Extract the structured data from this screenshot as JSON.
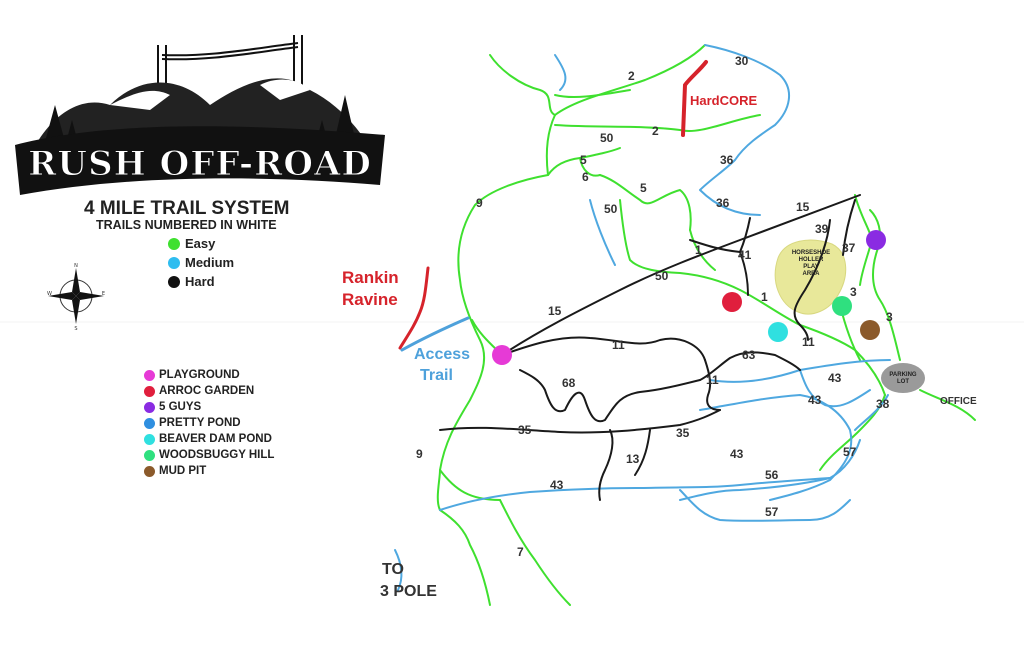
{
  "logo": {
    "name": "RUSH OFF-ROAD"
  },
  "header": {
    "title": "4 MILE TRAIL SYSTEM",
    "subtitle": "TRAILS NUMBERED IN WHITE"
  },
  "difficulty_legend": [
    {
      "label": "Easy",
      "color": "#3fe02f"
    },
    {
      "label": "Medium",
      "color": "#2fbdf0"
    },
    {
      "label": "Hard",
      "color": "#111111"
    }
  ],
  "poi_legend": [
    {
      "label": "PLAYGROUND",
      "color": "#e63ad6"
    },
    {
      "label": "ARROC GARDEN",
      "color": "#e01f3d"
    },
    {
      "label": "5 GUYS",
      "color": "#8a2be2"
    },
    {
      "label": "PRETTY POND",
      "color": "#2f8fe0"
    },
    {
      "label": "BEAVER DAM POND",
      "color": "#2fe0e0"
    },
    {
      "label": "WOODSBUGGY HILL",
      "color": "#2fe07f"
    },
    {
      "label": "MUD PIT",
      "color": "#8b5a2b"
    }
  ],
  "compass_letters": {
    "n": "N",
    "s": "S",
    "e": "E",
    "w": "W"
  },
  "labels": {
    "hardcore": "HardCORE",
    "rankin_1": "Rankin",
    "rankin_2": "Ravine",
    "access_1": "Access",
    "access_2": "Trail",
    "to_1": "TO",
    "to_2": "3 POLE",
    "office": "OFFICE",
    "horseshoe_1": "HORSESHOE",
    "horseshoe_2": "HOLLER",
    "horseshoe_3": "PLAY",
    "horseshoe_4": "AREA",
    "parking_1": "PARKING",
    "parking_2": "LOT"
  },
  "trail_numbers": {
    "t30": "30",
    "t2a": "2",
    "t2b": "2",
    "t50a": "50",
    "t5a": "5",
    "t6": "6",
    "t5b": "5",
    "t36a": "36",
    "t36b": "36",
    "t15a": "15",
    "t39": "39",
    "t37": "37",
    "t9a": "9",
    "t50b": "50",
    "t1a": "1",
    "t41": "41",
    "t50c": "50",
    "t1b": "1",
    "t3a": "3",
    "t3b": "3",
    "t15b": "15",
    "t11a": "11",
    "t63": "63",
    "t11b": "11",
    "t68": "68",
    "t11c": "11",
    "t43a": "43",
    "t43b": "43",
    "t38": "38",
    "t35a": "35",
    "t35b": "35",
    "t9b": "9",
    "t13": "13",
    "t43c": "43",
    "t57a": "57",
    "t56": "56",
    "t43d": "43",
    "t57b": "57",
    "t7": "7"
  },
  "colors": {
    "easy": "#3fe02f",
    "medium": "#4fa8e0",
    "hard": "#1a1a1a",
    "hardcore_red": "#d6232b",
    "access_blue": "#4ea1db",
    "play_area": "#e8e89a",
    "parking": "#9a9a9a"
  }
}
